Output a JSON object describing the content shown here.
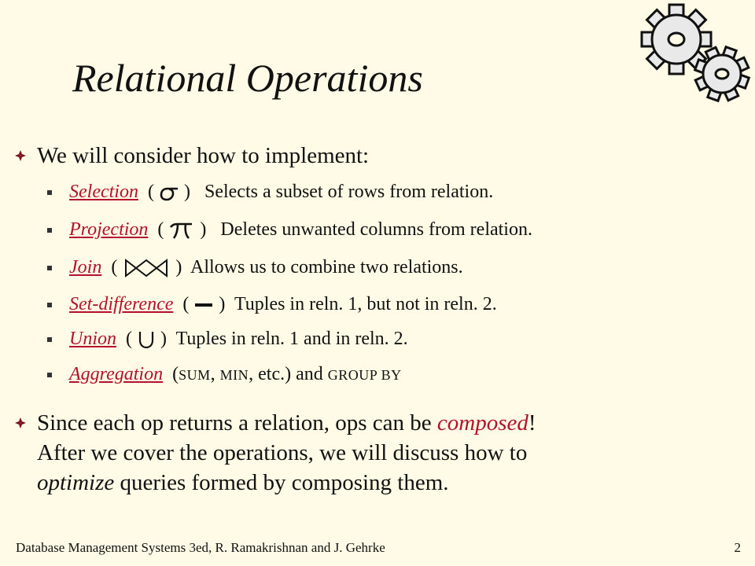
{
  "title": "Relational Operations",
  "bullet1": "We will consider how to implement:",
  "ops": [
    {
      "term": "Selection",
      "symbol": "sigma",
      "desc": "Selects a subset of rows from relation."
    },
    {
      "term": "Projection",
      "symbol": "pi",
      "desc": "Deletes unwanted columns from relation."
    },
    {
      "term": "Join",
      "symbol": "bowtie",
      "desc": "Allows us to combine two relations."
    },
    {
      "term": "Set-difference",
      "symbol": "minus",
      "desc": "Tuples in reln. 1, but not in reln. 2."
    },
    {
      "term": "Union",
      "symbol": "union",
      "desc": "Tuples in reln. 1 and in reln. 2."
    }
  ],
  "aggregation": {
    "term": "Aggregation",
    "paren_open": "(",
    "sum": "SUM",
    "comma": ",",
    "min": "MIN",
    "etc": ", etc.) and",
    "group_by": "GROUP BY"
  },
  "bullet2": {
    "part1": "Since each op returns a relation, ops can be",
    "composed": "composed",
    "excl": "!",
    "line2": "After we cover the operations, we will discuss how to",
    "optimize": "optimize",
    "line3_rest": "queries formed by composing them."
  },
  "paren_open": "(",
  "paren_close": ")",
  "footer": "Database Management Systems 3ed,  R. Ramakrishnan and J. Gehrke",
  "page_number": "2",
  "icons": {
    "bullet": "diamond-bullet-icon",
    "sub_bullet": "square-bullet-icon",
    "decor": "gears-icon"
  },
  "colors": {
    "background": "#fffbe6",
    "accent": "#b3122a",
    "text": "#111111"
  }
}
